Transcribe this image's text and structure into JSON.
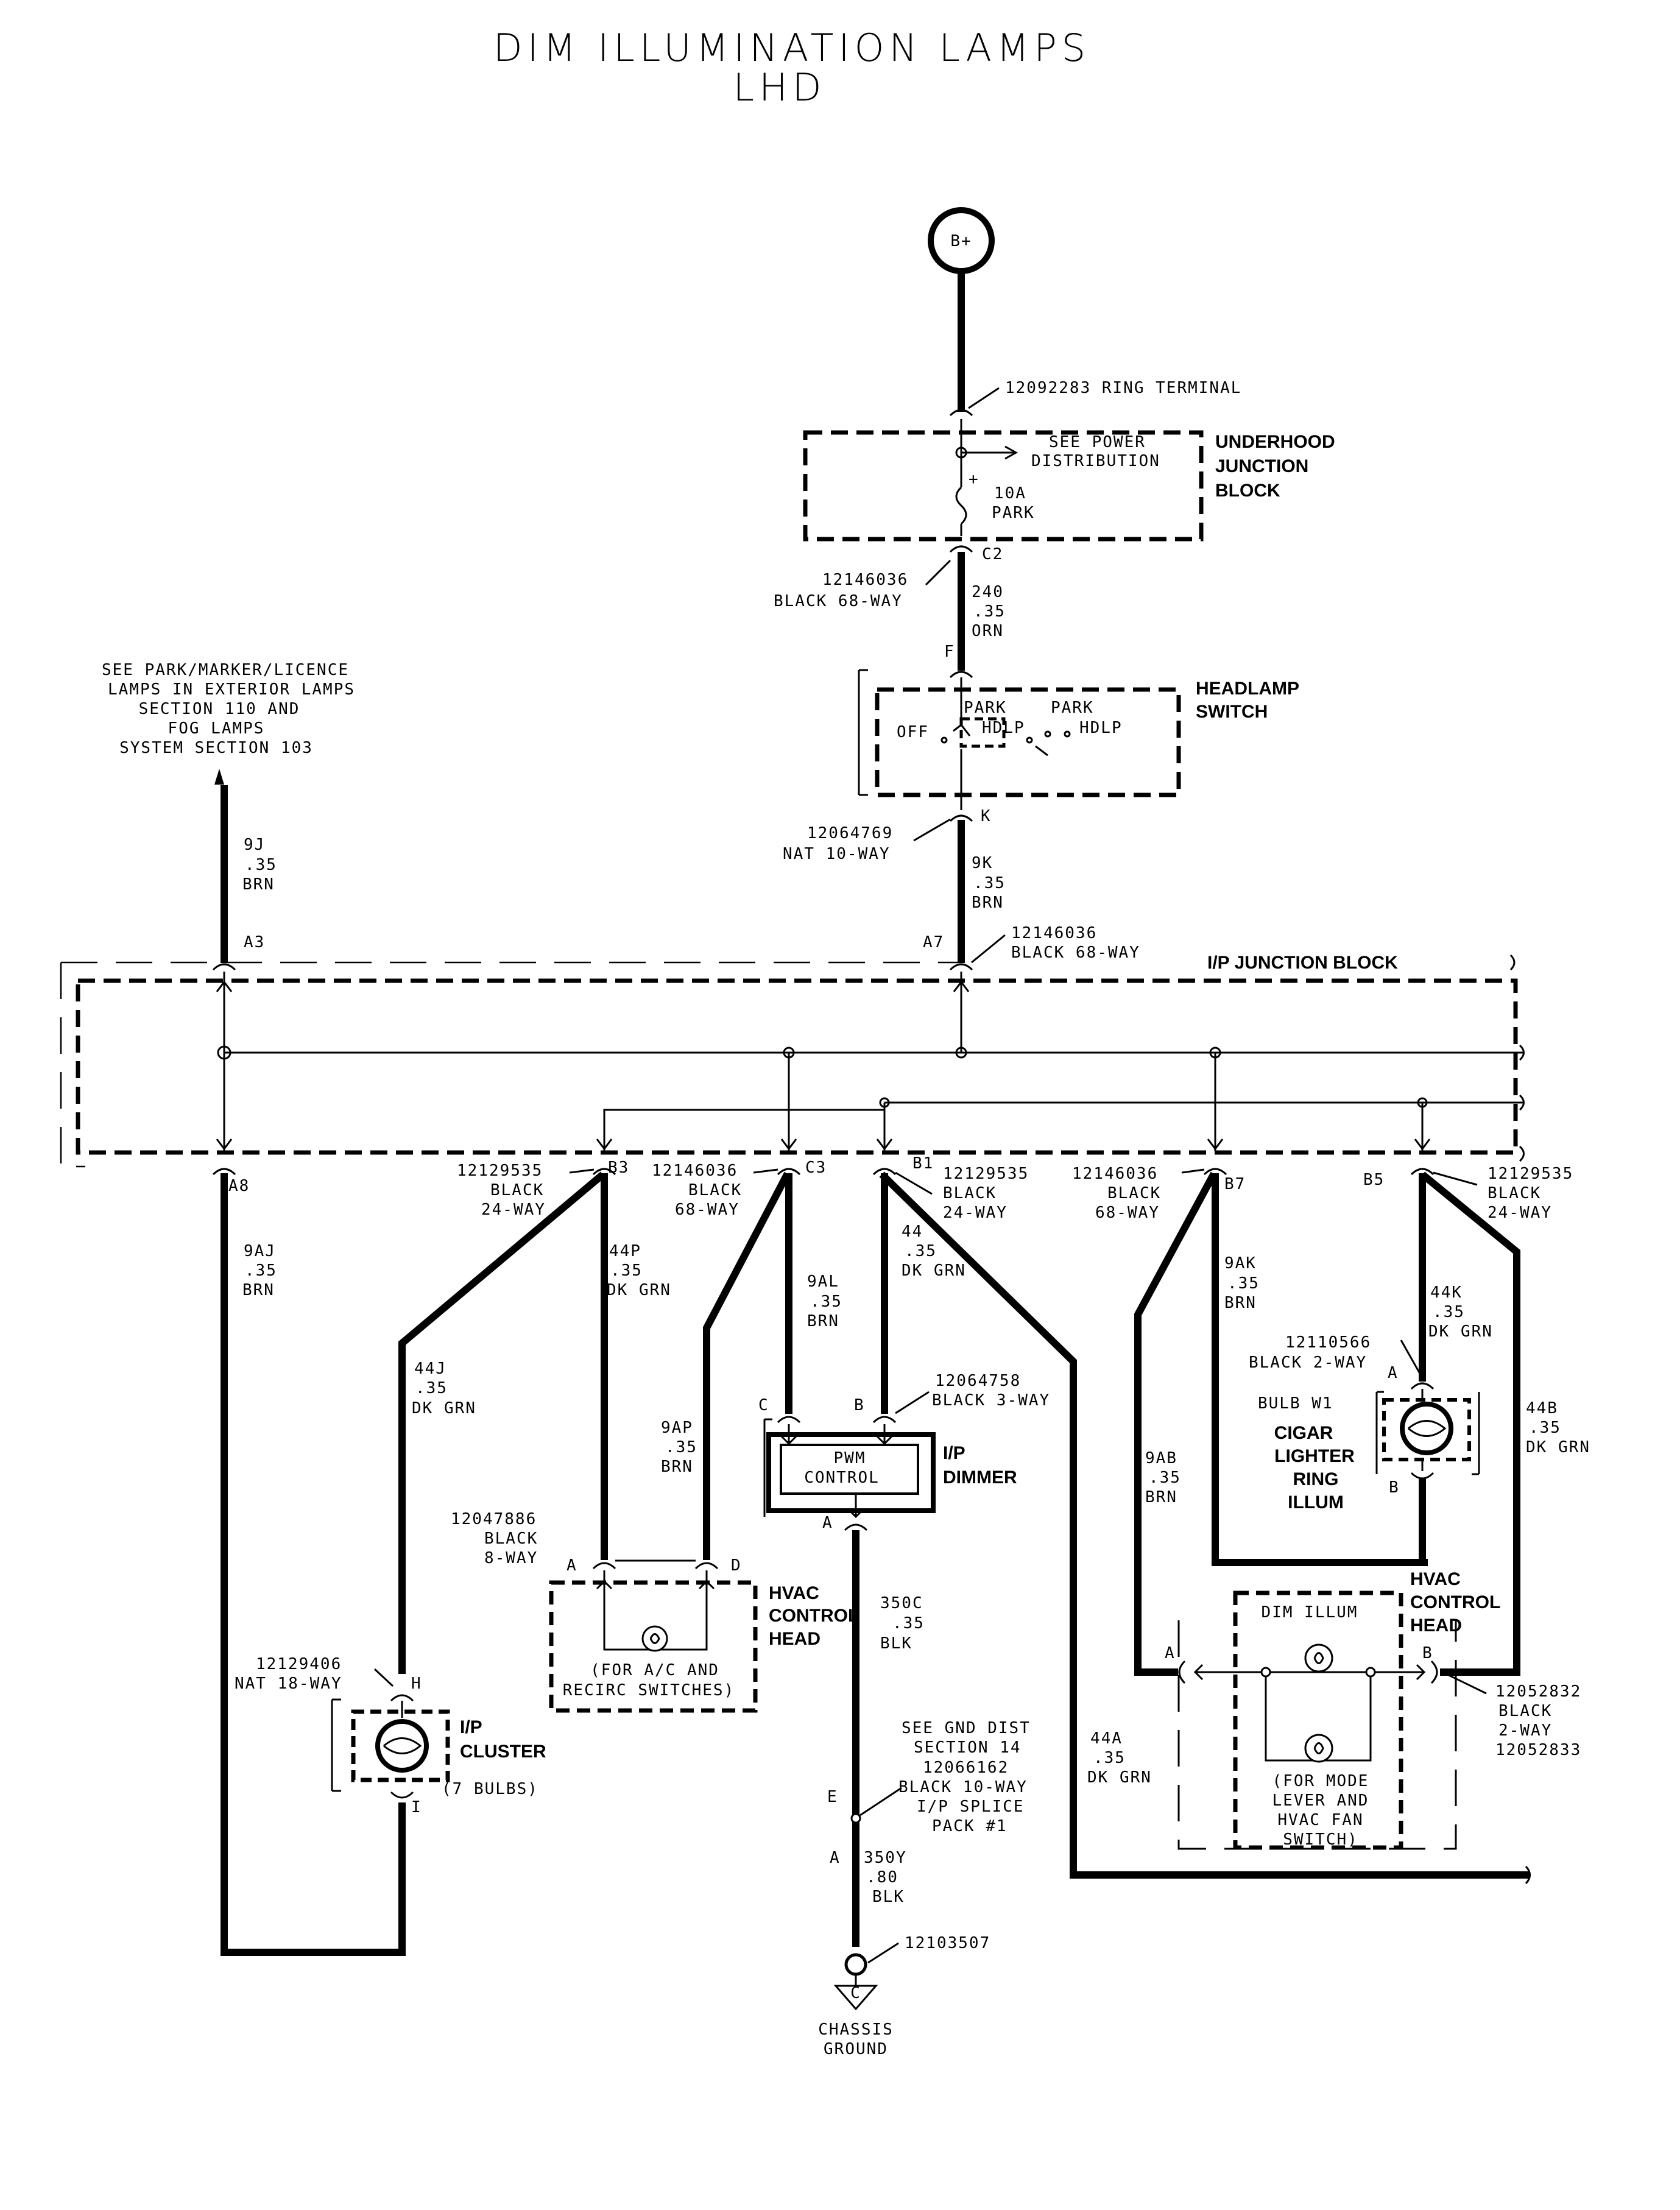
{
  "title": {
    "line1": "DIM ILLUMINATION LAMPS",
    "line2": "LHD"
  },
  "battery": {
    "label": "B+"
  },
  "ring_terminal": {
    "label": "12092283  RING TERMINAL"
  },
  "underhood_block": {
    "name": [
      "UNDERHOOD",
      "JUNCTION",
      "BLOCK"
    ],
    "see_power": [
      "SEE POWER",
      "DISTRIBUTION"
    ],
    "fuse": [
      "10A",
      "PARK"
    ],
    "plus": "+"
  },
  "conn_c2": {
    "pin": "C2",
    "part": [
      "12146036",
      "BLACK 68-WAY"
    ]
  },
  "wire_240": [
    "240",
    ".35",
    "ORN"
  ],
  "headlamp_switch": {
    "pin_top": "F",
    "pin_bottom": "K",
    "name": [
      "HEADLAMP",
      "SWITCH"
    ],
    "labels": {
      "off": "OFF",
      "park1": "PARK",
      "hdlp1": "HDLP",
      "park2": "PARK",
      "hdlp2": "HDLP"
    },
    "connector": [
      "12064769",
      "NAT 10-WAY"
    ]
  },
  "see_park_note": [
    "SEE PARK/MARKER/LICENCE",
    "LAMPS IN EXTERIOR LAMPS",
    "SECTION 110 AND",
    "FOG LAMPS",
    "SYSTEM SECTION 103"
  ],
  "wire_9j": [
    "9J",
    ".35",
    "BRN"
  ],
  "wire_9k": [
    "9K",
    ".35",
    "BRN"
  ],
  "ip_block": {
    "name": "I/P JUNCTION BLOCK",
    "pin_a3": "A3",
    "pin_a7": "A7",
    "a7_part": [
      "12146036",
      "BLACK 68-WAY"
    ],
    "pin_a8": "A8",
    "pin_b3": "B3",
    "pin_c3": "C3",
    "pin_b1": "B1",
    "pin_b7": "B7",
    "pin_b5": "B5",
    "b3_part": [
      "12129535",
      "BLACK",
      "24-WAY"
    ],
    "c3_part": [
      "12146036",
      "BLACK",
      "68-WAY"
    ],
    "b1_part": [
      "12129535",
      "BLACK",
      "24-WAY"
    ],
    "b7_part": [
      "12146036",
      "BLACK",
      "68-WAY"
    ],
    "b5_part": [
      "12129535",
      "BLACK",
      "24-WAY"
    ]
  },
  "wire_9aj": [
    "9AJ",
    ".35",
    "BRN"
  ],
  "wire_44p": [
    "44P",
    ".35",
    "DK GRN"
  ],
  "wire_9al": [
    "9AL",
    ".35",
    "BRN"
  ],
  "wire_44_b1": [
    "44",
    ".35",
    "DK GRN"
  ],
  "wire_9ak": [
    "9AK",
    ".35",
    "BRN"
  ],
  "wire_44k": [
    "44K",
    ".35",
    "DK GRN"
  ],
  "wire_44j": [
    "44J",
    ".35",
    "DK GRN"
  ],
  "wire_9ap": [
    "9AP",
    ".35",
    "BRN"
  ],
  "wire_9ab": [
    "9AB",
    ".35",
    "BRN"
  ],
  "wire_44b": [
    "44B",
    ".35",
    "DK GRN"
  ],
  "wire_44a": [
    "44A",
    ".35",
    "DK GRN"
  ],
  "wire_350c": [
    "350C",
    ".35",
    "BLK"
  ],
  "wire_350y": [
    "350Y",
    ".80",
    "BLK"
  ],
  "dimmer": {
    "name": [
      "I/P",
      "DIMMER"
    ],
    "pwm": [
      "PWM",
      "CONTROL"
    ],
    "pin_c": "C",
    "pin_b": "B",
    "pin_a": "A",
    "part": [
      "12064758",
      "BLACK 3-WAY"
    ]
  },
  "cigar": {
    "part": [
      "12110566",
      "BLACK 2-WAY"
    ],
    "pin_a": "A",
    "pin_b": "B",
    "bulb": "BULB W1",
    "name": [
      "CIGAR",
      "LIGHTER",
      "RING",
      "ILLUM"
    ]
  },
  "hvac_left": {
    "part": [
      "12047886",
      "BLACK",
      "8-WAY"
    ],
    "pin_a": "A",
    "pin_d": "D",
    "name": [
      "HVAC",
      "CONTROL",
      "HEAD"
    ],
    "note": [
      "(FOR A/C AND",
      "RECIRC SWITCHES)"
    ]
  },
  "hvac_right": {
    "name": [
      "HVAC",
      "CONTROL",
      "HEAD"
    ],
    "dim_illum": "DIM ILLUM",
    "pin_a": "A",
    "pin_b": "B",
    "note": [
      "(FOR MODE",
      "LEVER AND",
      "HVAC FAN",
      "SWITCH)"
    ],
    "part": [
      "12052832",
      "BLACK",
      "2-WAY",
      "12052833"
    ]
  },
  "cluster": {
    "part": [
      "12129406",
      "NAT 18-WAY"
    ],
    "pin_h": "H",
    "pin_i": "I",
    "name": [
      "I/P",
      "CLUSTER"
    ],
    "bulbs": "(7 BULBS)"
  },
  "ground": {
    "see_gnd": [
      "SEE GND DIST",
      "SECTION 14",
      "12066162",
      "BLACK 10-WAY",
      "I/P SPLICE",
      "PACK #1"
    ],
    "pin_e": "E",
    "pin_a": "A",
    "terminal": "12103507",
    "symbol": "C",
    "name": [
      "CHASSIS",
      "GROUND"
    ]
  }
}
